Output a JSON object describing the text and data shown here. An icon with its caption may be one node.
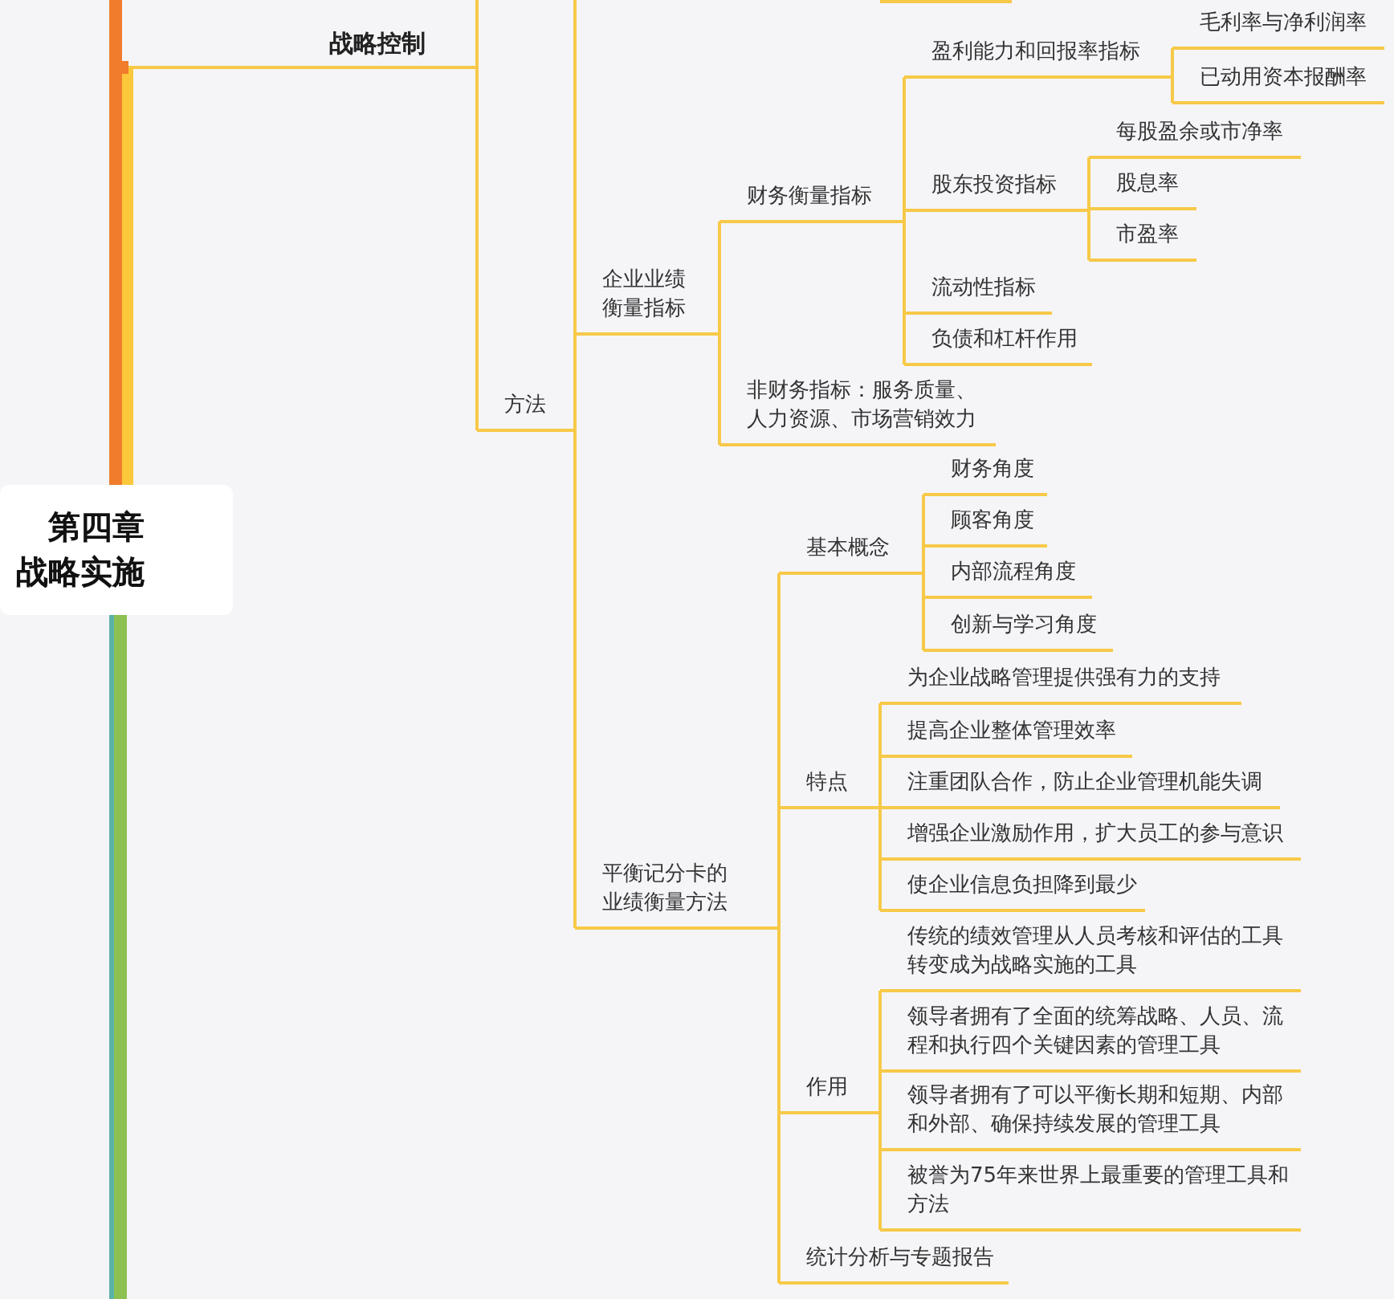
{
  "diagram": {
    "nodes": [
      {
        "text": [
          "第四章战略实施"
        ]
      },
      {
        "text": [
          "战略控制"
        ]
      },
      {
        "text": [
          "方法"
        ]
      },
      {
        "text": [
          "企业业绩衡量指标"
        ]
      },
      {
        "text": [
          "财务衡量指标"
        ]
      },
      {
        "text": [
          "盈利能力和回报率指标"
        ]
      },
      {
        "text": [
          "毛利率与净利润率"
        ]
      },
      {
        "text": [
          "已动用资本报酬率"
        ]
      },
      {
        "text": [
          "股东投资指标"
        ]
      },
      {
        "text": [
          "每股盈余或市净率"
        ]
      },
      {
        "text": [
          "股息率"
        ]
      },
      {
        "text": [
          "市盈率"
        ]
      },
      {
        "text": [
          "流动性指标"
        ]
      },
      {
        "text": [
          "负债和杠杆作用"
        ]
      },
      {
        "text": [
          "非财务指标：服务质量、人力资源、市场营销效力"
        ]
      },
      {
        "text": [
          "平衡记分卡的业绩衡量方法"
        ]
      },
      {
        "text": [
          "基本概念"
        ]
      },
      {
        "text": [
          "财务角度"
        ]
      },
      {
        "text": [
          "顾客角度"
        ]
      },
      {
        "text": [
          "内部流程角度"
        ]
      },
      {
        "text": [
          "创新与学习角度"
        ]
      },
      {
        "text": [
          "特点"
        ]
      },
      {
        "text": [
          "为企业战略管理提供强有力的支持"
        ]
      },
      {
        "text": [
          "提高企业整体管理效率"
        ]
      },
      {
        "text": [
          "注重团队合作，防止企业管理机能失调"
        ]
      },
      {
        "text": [
          "增强企业激励作用，扩大员工的参与意识"
        ]
      },
      {
        "text": [
          "使企业信息负担降到最少"
        ]
      },
      {
        "text": [
          "作用"
        ]
      },
      {
        "text": [
          "传统的绩效管理从人员考核和评估的工具转变成为战略实施的工具"
        ]
      },
      {
        "text": [
          "领导者拥有了全面的统筹战略、人员、流程和执行四个关键因素的管理工具"
        ]
      },
      {
        "text": [
          "领导者拥有了可以平衡长期和短期、内部和外部、确保持续发展的管理工具"
        ]
      },
      {
        "text": [
          "被誉为75年来世界上最重要的管理工具和方法"
        ]
      },
      {
        "text": [
          "统计分析与专题报告"
        ]
      }
    ],
    "edges": [
      {
        "from": 0,
        "to": 1,
        "arrow": "none",
        "style": "thick",
        "color": "#f07c2c"
      },
      {
        "from": 1,
        "to": 2,
        "arrow": "none"
      },
      {
        "from": 2,
        "to": 3,
        "arrow": "none"
      },
      {
        "from": 3,
        "to": 4,
        "arrow": "none"
      },
      {
        "from": 4,
        "to": 5,
        "arrow": "none"
      },
      {
        "from": 5,
        "to": 6,
        "arrow": "none"
      },
      {
        "from": 5,
        "to": 7,
        "arrow": "none"
      },
      {
        "from": 4,
        "to": 8,
        "arrow": "none"
      },
      {
        "from": 8,
        "to": 9,
        "arrow": "none"
      },
      {
        "from": 8,
        "to": 10,
        "arrow": "none"
      },
      {
        "from": 8,
        "to": 11,
        "arrow": "none"
      },
      {
        "from": 4,
        "to": 12,
        "arrow": "none"
      },
      {
        "from": 4,
        "to": 13,
        "arrow": "none"
      },
      {
        "from": 3,
        "to": 14,
        "arrow": "none"
      },
      {
        "from": 2,
        "to": 15,
        "arrow": "none"
      },
      {
        "from": 15,
        "to": 16,
        "arrow": "none"
      },
      {
        "from": 16,
        "to": 17,
        "arrow": "none"
      },
      {
        "from": 16,
        "to": 18,
        "arrow": "none"
      },
      {
        "from": 16,
        "to": 19,
        "arrow": "none"
      },
      {
        "from": 16,
        "to": 20,
        "arrow": "none"
      },
      {
        "from": 15,
        "to": 21,
        "arrow": "none"
      },
      {
        "from": 21,
        "to": 22,
        "arrow": "none"
      },
      {
        "from": 21,
        "to": 23,
        "arrow": "none"
      },
      {
        "from": 21,
        "to": 24,
        "arrow": "none"
      },
      {
        "from": 21,
        "to": 25,
        "arrow": "none"
      },
      {
        "from": 21,
        "to": 26,
        "arrow": "none"
      },
      {
        "from": 15,
        "to": 27,
        "arrow": "none"
      },
      {
        "from": 27,
        "to": 28,
        "arrow": "none"
      },
      {
        "from": 27,
        "to": 29,
        "arrow": "none"
      },
      {
        "from": 27,
        "to": 30,
        "arrow": "none"
      },
      {
        "from": 27,
        "to": 31,
        "arrow": "none"
      },
      {
        "from": 15,
        "to": 32,
        "arrow": "none"
      }
    ]
  }
}
